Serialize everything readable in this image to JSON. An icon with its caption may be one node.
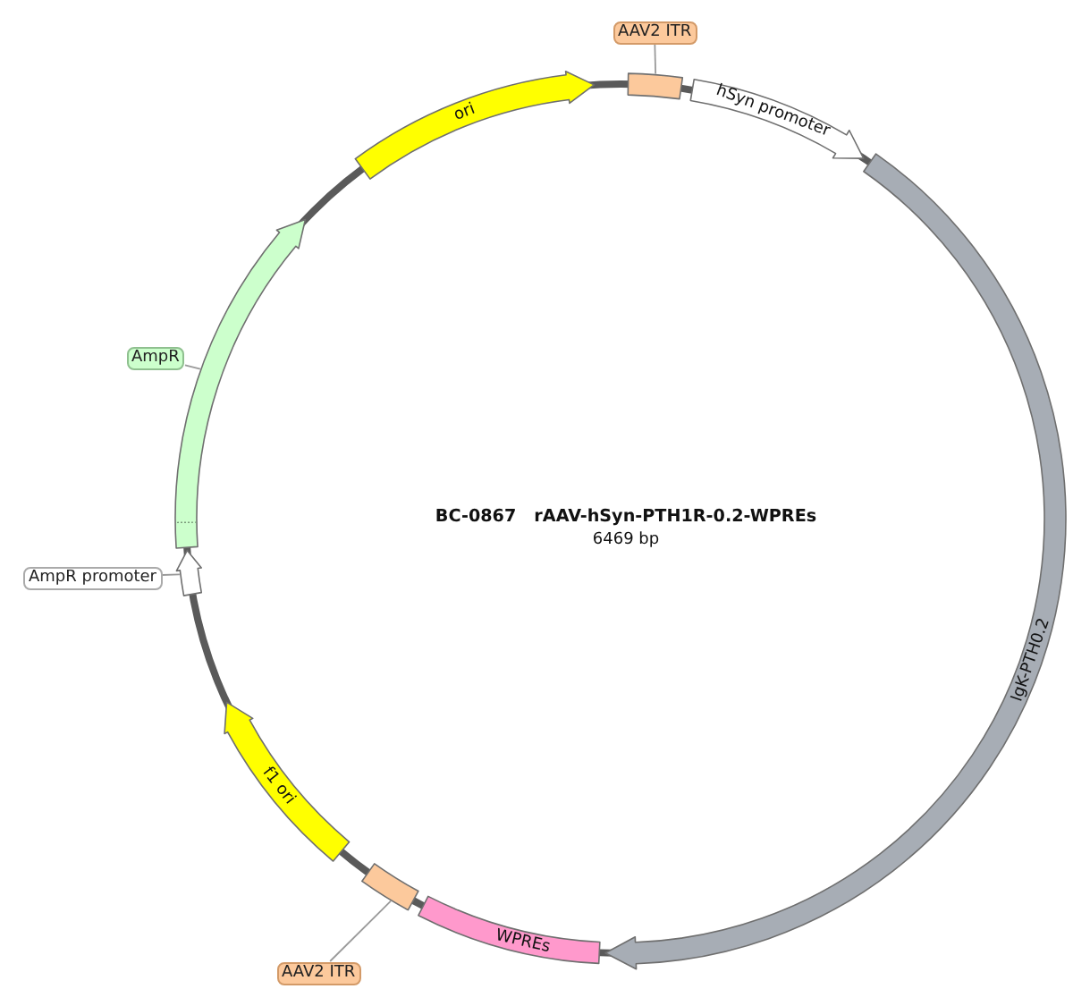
{
  "diagram": {
    "title": "BC-0867   rAAV-hSyn-PTH1R-0.2-WPREs",
    "nodes": [
      {
        "text": [
          "ori"
        ]
      },
      {
        "text": [
          "AAV2 ITR"
        ]
      },
      {
        "text": [],
        "shape": "box"
      },
      {
        "text": [
          "hSyn promoter"
        ]
      },
      {
        "text": [
          "IgK-PTH0.2"
        ]
      },
      {
        "text": [
          "WPREs"
        ]
      },
      {
        "text": [],
        "shape": "box"
      },
      {
        "text": [
          "AAV2 ITR"
        ]
      },
      {
        "text": [
          "f1 ori"
        ]
      },
      {
        "text": [],
        "shape": "arrow"
      },
      {
        "text": [
          "AmpR"
        ]
      },
      {
        "text": [],
        "shape": "arrow"
      },
      {
        "text": [
          "AmpR promoter"
        ]
      }
    ],
    "edges": [
      {
        "from": 1,
        "to": 2,
        "arrow": "none"
      },
      {
        "from": 7,
        "to": 6,
        "arrow": "none"
      },
      {
        "from": 12,
        "to": 11,
        "arrow": "none"
      },
      {
        "from": 10,
        "to": 9,
        "arrow": "none"
      }
    ],
    "labels": [
      "6469 bp"
    ]
  }
}
